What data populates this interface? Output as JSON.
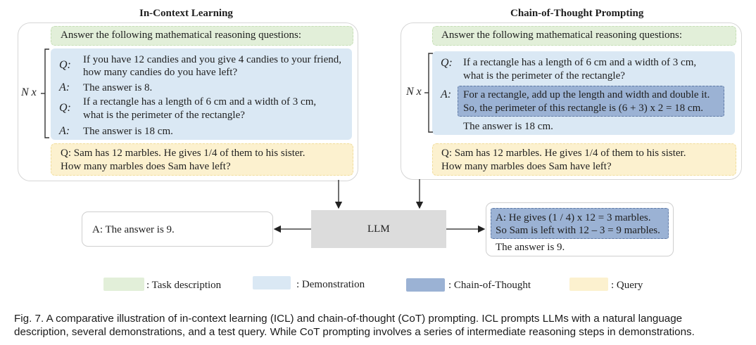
{
  "left": {
    "title": "In-Context Learning",
    "task": "Answer the following mathematical reasoning questions:",
    "nx": "N x",
    "q_label": "Q:",
    "a_label": "A:",
    "demo1_q_line1": "If you have 12 candies and you give 4 candies to your friend,",
    "demo1_q_line2": "how many candies do you have left?",
    "demo1_a": "The answer is 8.",
    "demo2_q_line1": "If a rectangle has a length of 6 cm and a width of 3 cm,",
    "demo2_q_line2": "what is the perimeter of the rectangle?",
    "demo2_a": "The answer is 18 cm.",
    "query_line1": "Q:   Sam has 12 marbles. He gives 1/4 of them to his sister.",
    "query_line2": "How many marbles does Sam have left?"
  },
  "right": {
    "title": "Chain-of-Thought Prompting",
    "task": "Answer the following mathematical reasoning questions:",
    "nx": "N x",
    "q_label": "Q:",
    "a_label": "A:",
    "demo_q_line1": "If a rectangle has a length of 6 cm and a width of 3 cm,",
    "demo_q_line2": "what is the perimeter of the rectangle?",
    "cot_line1": "For a rectangle, add up the length and width and double it.",
    "cot_line2": "So, the perimeter of this rectangle is (6 + 3) x 2 = 18 cm.",
    "demo_answer": "The answer is 18 cm.",
    "query_line1": "Q:   Sam has 12 marbles. He gives 1/4 of them to his sister.",
    "query_line2": "How many marbles does Sam have left?"
  },
  "llm_label": "LLM",
  "left_output": "A: The answer is 9.",
  "right_output": {
    "cot_line1": "A: He gives (1 / 4) x 12 = 3 marbles.",
    "cot_line2": "So Sam is left with 12 – 3 = 9 marbles.",
    "answer": "The answer is 9."
  },
  "legend": [
    {
      "label": ": Task description",
      "color": "#e2efd9"
    },
    {
      "label": ": Demonstration",
      "color": "#dae8f4"
    },
    {
      "label": ": Chain-of-Thought",
      "color": "#9bb2d4"
    },
    {
      "label": ": Query",
      "color": "#fcf1cf"
    }
  ],
  "caption": {
    "line1": "Fig. 7.  A comparative illustration of in-context learning (ICL) and chain-of-thought (CoT) prompting. ICL prompts LLMs with a natural language",
    "line2": "description, several demonstrations, and a test query. While CoT prompting involves a series of intermediate reasoning steps in demonstrations."
  }
}
